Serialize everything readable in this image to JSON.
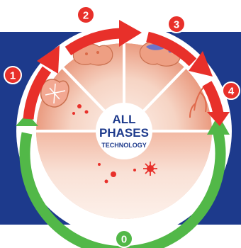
{
  "center": {
    "line1": "ALL",
    "line2": "PHASES",
    "line3": "TECHNOLOGY"
  },
  "badges": {
    "zero": "0",
    "one": "1",
    "two": "2",
    "three": "3",
    "four": "4"
  },
  "colors": {
    "blue_band": "#1d3a8c",
    "red_arrow": "#e8302a",
    "green_arrow": "#52b848",
    "center_text": "#1d3a8c",
    "segment_light": "#f6d7c8",
    "segment_mid": "#ee9f83"
  },
  "icons": {
    "phase1": "heart-tissue-icon",
    "phase2": "lesion-blob-icon",
    "phase3": "plaque-blob-icon",
    "phase4": "vessel-branch-icon",
    "phase0": "particles-icon"
  }
}
